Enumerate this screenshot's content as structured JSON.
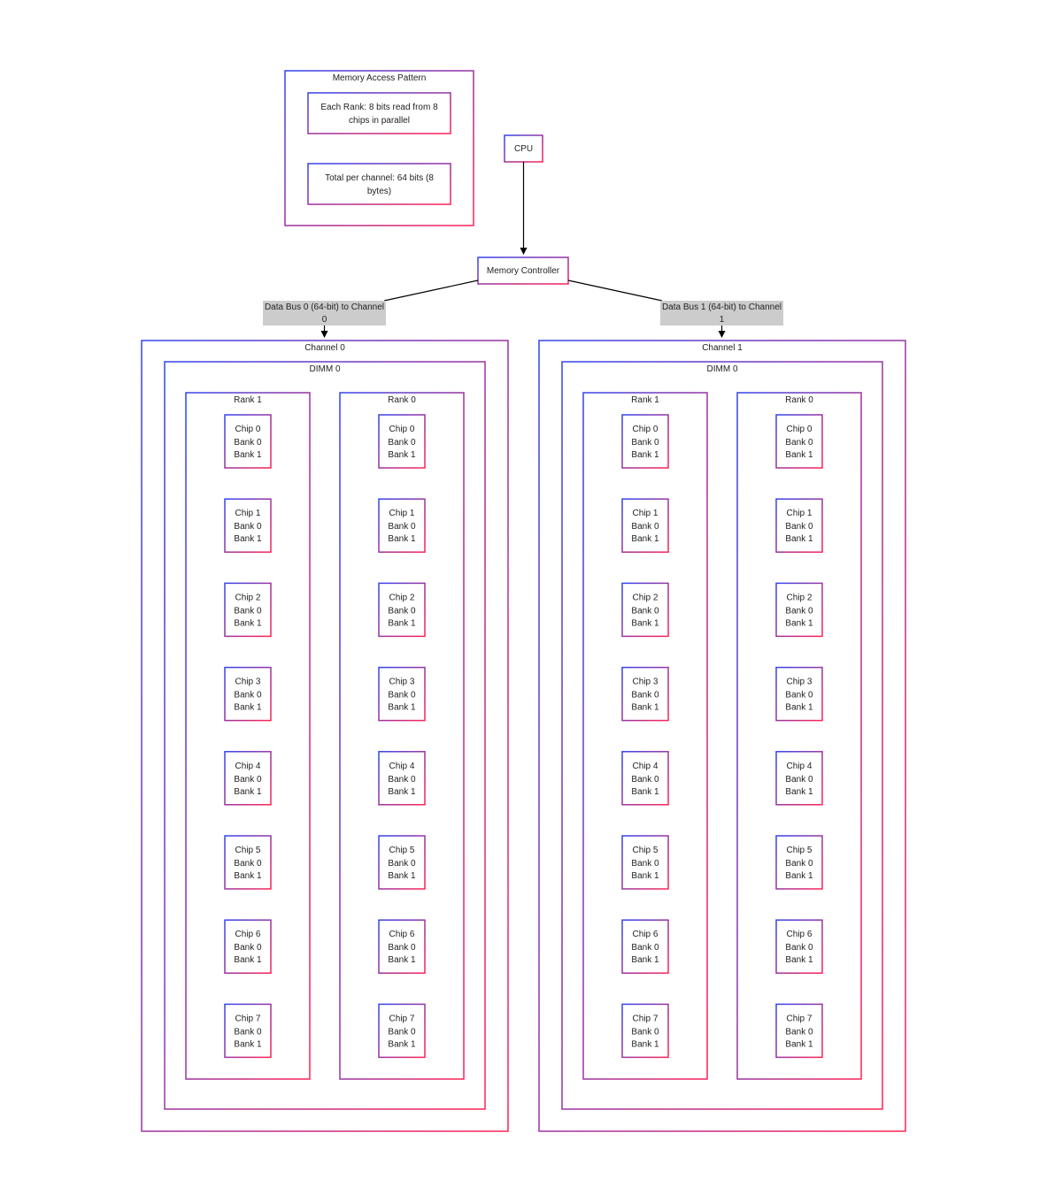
{
  "colors": {
    "gradient_start": "#3344ee",
    "gradient_end": "#ff2255",
    "edge": "#000000",
    "edge_label_bg": "#cccccc"
  },
  "legend": {
    "title": "Memory Access Pattern",
    "note1": [
      "Each Rank: 8 bits read from 8",
      "chips in parallel"
    ],
    "note2": [
      "Total per channel: 64 bits (8",
      "bytes)"
    ]
  },
  "cpu": {
    "label": "CPU"
  },
  "controller": {
    "label": "Memory Controller"
  },
  "buses": [
    {
      "label": [
        "Data Bus 0 (64-bit) to Channel",
        "0"
      ]
    },
    {
      "label": [
        "Data Bus 1 (64-bit) to Channel",
        "1"
      ]
    }
  ],
  "channels": [
    {
      "label": "Channel 0",
      "dimm": "DIMM 0",
      "ranks": [
        "Rank 1",
        "Rank 0"
      ]
    },
    {
      "label": "Channel 1",
      "dimm": "DIMM 0",
      "ranks": [
        "Rank 1",
        "Rank 0"
      ]
    }
  ],
  "chips": [
    "Chip 0",
    "Chip 1",
    "Chip 2",
    "Chip 3",
    "Chip 4",
    "Chip 5",
    "Chip 6",
    "Chip 7"
  ],
  "banks": [
    "Bank 0",
    "Bank 1"
  ]
}
